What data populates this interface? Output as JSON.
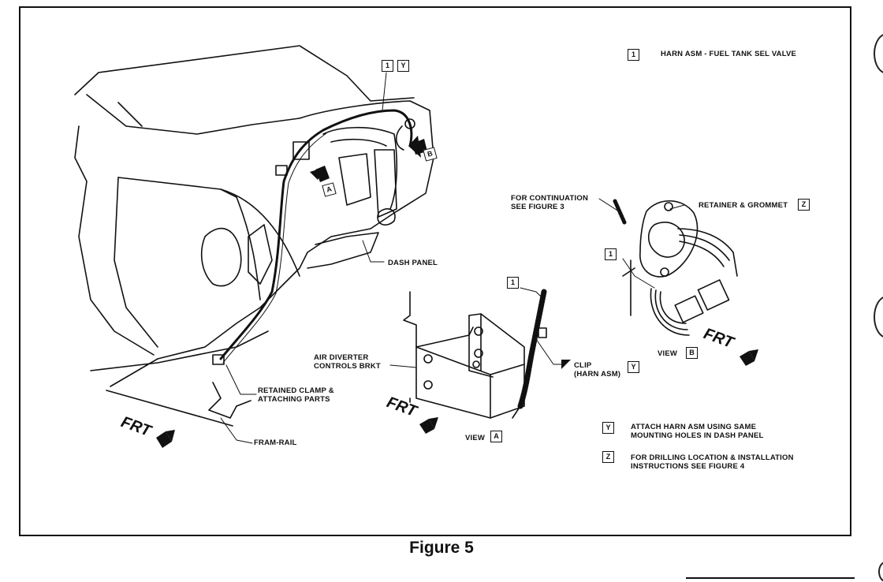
{
  "figure": {
    "caption": "Figure 5"
  },
  "labels": {
    "legend_1": "HARN ASM - FUEL TANK SEL VALVE",
    "for_continuation_1": "FOR CONTINUATION",
    "for_continuation_2": "SEE FIGURE 3",
    "retainer": "RETAINER & GROMMET",
    "dash_panel": "DASH PANEL",
    "air_diverter_1": "AIR DIVERTER",
    "air_diverter_2": "CONTROLS BRKT",
    "clip_1": "CLIP",
    "clip_2": "(HARN ASM)",
    "retained_1": "RETAINED CLAMP &",
    "retained_2": "ATTACHING PARTS",
    "fram_rail": "FRAM-RAIL",
    "view_a": "VIEW",
    "view_b": "VIEW",
    "note_y_1": "ATTACH HARN ASM USING SAME",
    "note_y_2": "MOUNTING HOLES IN DASH PANEL",
    "note_z_1": "FOR DRILLING LOCATION & INSTALLATION",
    "note_z_2": "INSTRUCTIONS SEE FIGURE 4"
  },
  "callouts": {
    "one": "1",
    "y": "Y",
    "z": "Z",
    "a": "A",
    "b": "B"
  },
  "frt": "FRT"
}
